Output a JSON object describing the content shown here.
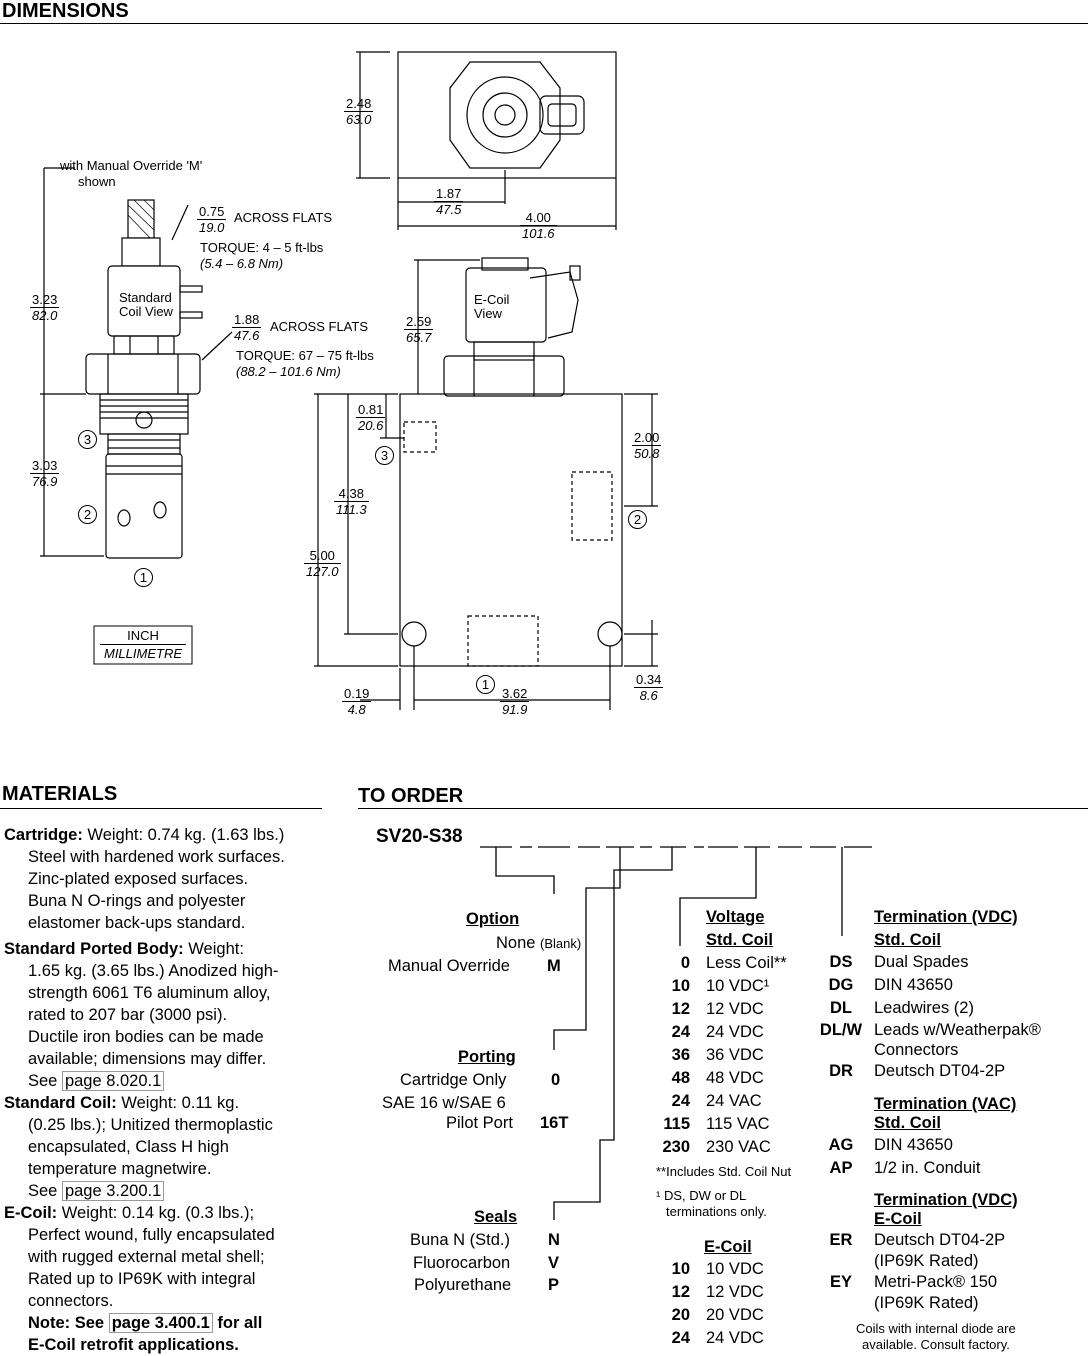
{
  "dimensions_title": "DIMENSIONS",
  "materials_title": "MATERIALS",
  "order_title": "TO ORDER",
  "drawing": {
    "override_note_1": "with Manual Override 'M'",
    "override_note_2": "shown",
    "flats1_in": "0.75",
    "flats1_mm": "19.0",
    "flats1_label": "ACROSS FLATS",
    "torque1": "TORQUE: 4 – 5 ft-lbs",
    "torque1_nm": "(5.4 – 6.8 Nm)",
    "flats2_in": "1.88",
    "flats2_mm": "47.6",
    "flats2_label": "ACROSS FLATS",
    "torque2": "TORQUE: 67 – 75 ft-lbs",
    "torque2_nm": "(88.2 – 101.6 Nm)",
    "std_coil_1": "Standard",
    "std_coil_2": "Coil View",
    "ecoil_1": "E-Coil",
    "ecoil_2": "View",
    "d_323_in": "3.23",
    "d_323_mm": "82.0",
    "d_303_in": "3.03",
    "d_303_mm": "76.9",
    "d_248_in": "2.48",
    "d_248_mm": "63.0",
    "d_187_in": "1.87",
    "d_187_mm": "47.5",
    "d_400_in": "4.00",
    "d_400_mm": "101.6",
    "d_259_in": "2.59",
    "d_259_mm": "65.7",
    "d_081_in": "0.81",
    "d_081_mm": "20.6",
    "d_200_in": "2.00",
    "d_200_mm": "50.8",
    "d_438_in": "4.38",
    "d_438_mm": "111.3",
    "d_500_in": "5.00",
    "d_500_mm": "127.0",
    "d_019_in": "0.19",
    "d_019_mm": "4.8",
    "d_362_in": "3.62",
    "d_362_mm": "91.9",
    "d_034_in": "0.34",
    "d_034_mm": "8.6",
    "port1": "1",
    "port2": "2",
    "port3": "3",
    "unit_inch": "INCH",
    "unit_mm": "MILLIMETRE"
  },
  "materials": {
    "cart_h": "Cartridge:",
    "cart_1": " Weight: 0.74 kg. (1.63 lbs.)",
    "cart_2": "Steel with hardened work surfaces.",
    "cart_3": "Zinc-plated exposed surfaces.",
    "cart_4": "Buna N O-rings and polyester",
    "cart_5": "elastomer back-ups standard.",
    "body_h": "Standard Ported Body:",
    "body_1": " Weight:",
    "body_2": "1.65 kg. (3.65 lbs.) Anodized high-",
    "body_3": "strength 6061 T6 aluminum alloy,",
    "body_4": "rated to 207 bar (3000 psi).",
    "body_5": "Ductile iron bodies can be made",
    "body_6": "available; dimensions may differ.",
    "body_see": "See ",
    "body_ref": "page 8.020.1",
    "coil_h": "Standard Coil:",
    "coil_1": " Weight: 0.11 kg.",
    "coil_2": "(0.25 lbs.); Unitized thermoplastic",
    "coil_3": "encapsulated, Class H high",
    "coil_4": "temperature magnetwire.",
    "coil_see": "See ",
    "coil_ref": "page 3.200.1",
    "ecoil_h": "E-Coil:",
    "ecoil_1": " Weight: 0.14 kg. (0.3 lbs.);",
    "ecoil_2": "Perfect wound, fully encapsulated",
    "ecoil_3": "with rugged external metal shell;",
    "ecoil_4": "Rated up to IP69K with integral",
    "ecoil_5": "connectors.",
    "note_a": "Note: See ",
    "note_ref": "page 3.400.1",
    "note_b": " for all",
    "note_c": "E-Coil retrofit applications."
  },
  "order": {
    "model": "SV20-S38",
    "option_h": "Option",
    "option_rows": [
      [
        "None",
        "(Blank)"
      ],
      [
        "Manual Override",
        "M"
      ]
    ],
    "porting_h": "Porting",
    "porting_rows": [
      [
        "Cartridge Only",
        "0"
      ],
      [
        "SAE 16 w/SAE 6",
        ""
      ],
      [
        "Pilot Port",
        "16T"
      ]
    ],
    "seals_h": "Seals",
    "seals_rows": [
      [
        "Buna N (Std.)",
        "N"
      ],
      [
        "Fluorocarbon",
        "V"
      ],
      [
        "Polyurethane",
        "P"
      ]
    ],
    "voltage_h": "Voltage",
    "stdcoil_h": "Std. Coil",
    "voltage_rows": [
      [
        "0",
        "Less Coil**"
      ],
      [
        "10",
        "10 VDC¹"
      ],
      [
        "12",
        "12 VDC"
      ],
      [
        "24",
        "24 VDC"
      ],
      [
        "36",
        "36 VDC"
      ],
      [
        "48",
        "48 VDC"
      ],
      [
        "24",
        "24 VAC"
      ],
      [
        "115",
        "115 VAC"
      ],
      [
        "230",
        "230 VAC"
      ]
    ],
    "note_nut": "**Includes Std. Coil Nut",
    "note_ds_1": "¹ DS, DW or DL",
    "note_ds_2": "terminations only.",
    "ecoil_h": "E-Coil",
    "ecoil_rows": [
      [
        "10",
        "10 VDC"
      ],
      [
        "12",
        "12 VDC"
      ],
      [
        "20",
        "20 VDC"
      ],
      [
        "24",
        "24 VDC"
      ]
    ],
    "term_vdc_h": "Termination (VDC)",
    "term_vdc_sub": "Std. Coil",
    "term_vdc_rows": [
      [
        "DS",
        "Dual Spades"
      ],
      [
        "DG",
        "DIN 43650"
      ],
      [
        "DL",
        "Leadwires (2)"
      ],
      [
        "DL/W",
        "Leads w/Weatherpak®"
      ],
      [
        "",
        "Connectors"
      ],
      [
        "DR",
        "Deutsch DT04-2P"
      ]
    ],
    "term_vac_h": "Termination (VAC)",
    "term_vac_sub": "Std. Coil",
    "term_vac_rows": [
      [
        "AG",
        "DIN 43650"
      ],
      [
        "AP",
        "1/2 in. Conduit"
      ]
    ],
    "term_e_h": "Termination (VDC)",
    "term_e_sub": "E-Coil",
    "term_e_rows": [
      [
        "ER",
        "Deutsch DT04-2P"
      ],
      [
        "",
        "(IP69K Rated)"
      ],
      [
        "EY",
        "Metri-Pack® 150"
      ],
      [
        "",
        "(IP69K Rated)"
      ]
    ],
    "diode_1": "Coils with internal diode are",
    "diode_2": "available. Consult factory."
  }
}
